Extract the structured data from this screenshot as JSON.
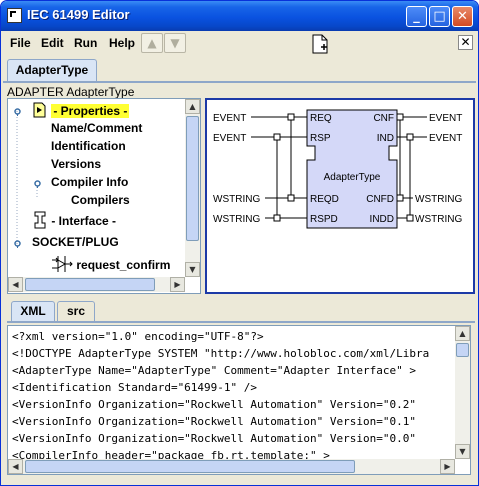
{
  "window": {
    "title": "IEC 61499 Editor",
    "minimize_glyph": "_",
    "maximize_glyph": "□",
    "close_glyph": "✕"
  },
  "menu": {
    "items": [
      "File",
      "Edit",
      "Run",
      "Help"
    ],
    "back_glyph": "▲",
    "forward_glyph": "▼",
    "close_doc_glyph": "✕"
  },
  "outer_tab": {
    "label": "AdapterType"
  },
  "content_label": "ADAPTER AdapterType",
  "tree": {
    "properties": "- Properties -",
    "name_comment": "Name/Comment",
    "identification": "Identification",
    "versions": "Versions",
    "compiler_info": "Compiler Info",
    "compilers": "Compilers",
    "interface": "- Interface -",
    "socket_plug": "SOCKET/PLUG",
    "request_confirm": "request_confirm"
  },
  "diagram": {
    "left_events": [
      "EVENT",
      "EVENT"
    ],
    "left_data": [
      "WSTRING",
      "WSTRING"
    ],
    "right_events": [
      "EVENT",
      "EVENT"
    ],
    "right_data": [
      "WSTRING",
      "WSTRING"
    ],
    "ports_left": [
      "REQ",
      "RSP",
      "REQD",
      "RSPD"
    ],
    "ports_right": [
      "CNF",
      "IND",
      "CNFD",
      "INDD"
    ],
    "block_name": "AdapterType"
  },
  "bottom_tabs": [
    "XML",
    "src"
  ],
  "xml_lines": [
    "<?xml version=\"1.0\" encoding=\"UTF-8\"?>",
    "<!DOCTYPE AdapterType SYSTEM \"http://www.holobloc.com/xml/Libra",
    "<AdapterType Name=\"AdapterType\" Comment=\"Adapter Interface\" >",
    "  <Identification Standard=\"61499-1\" />",
    "  <VersionInfo Organization=\"Rockwell Automation\" Version=\"0.2\"",
    "  <VersionInfo Organization=\"Rockwell Automation\" Version=\"0.1\"",
    "  <VersionInfo Organization=\"Rockwell Automation\" Version=\"0.0\"",
    "  <CompilerInfo header=\"package fb.rt.template;\" >"
  ],
  "colors": {
    "selection": "#ffff33",
    "block_fill": "#d4d8f8",
    "panel_border": "#1c3aa7"
  }
}
